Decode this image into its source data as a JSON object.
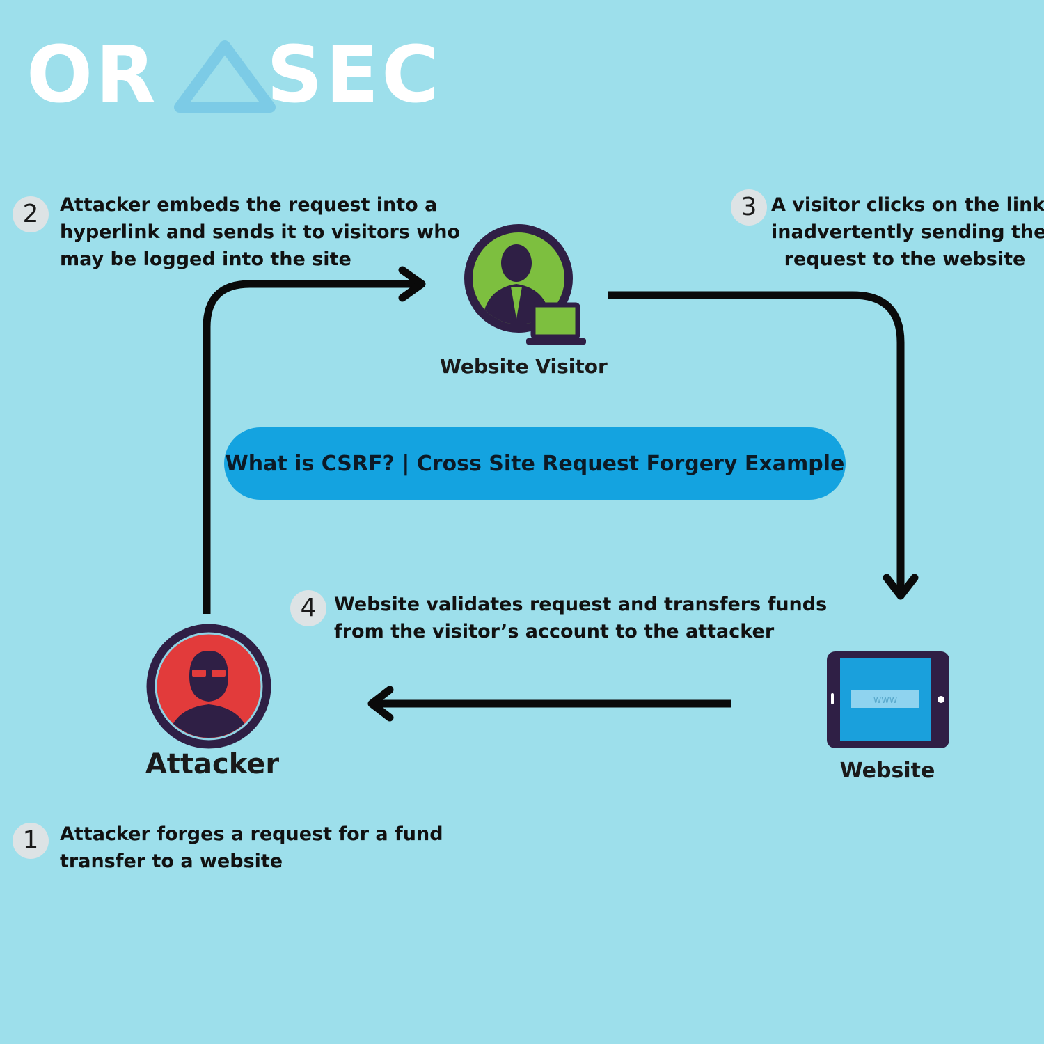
{
  "logo": {
    "text_left": "OR",
    "text_right": "SEC",
    "mark": "triangle-icon",
    "color": "#ffffff",
    "mark_color": "#7ccbe6"
  },
  "title": "What is CSRF? | Cross Site Request Forgery Example",
  "nodes": {
    "visitor": {
      "label": "Website Visitor",
      "icon": "website-visitor-icon",
      "accent": "#7dbf3f"
    },
    "attacker": {
      "label": "Attacker",
      "icon": "attacker-icon",
      "accent": "#e23b3b"
    },
    "website": {
      "label": "Website",
      "icon": "website-tablet-icon",
      "accent": "#1aa0dc",
      "screen_text": "www"
    }
  },
  "steps": [
    {
      "number": "1",
      "lines": [
        "Attacker forges a request for a fund",
        "transfer to a website"
      ]
    },
    {
      "number": "2",
      "lines": [
        "Attacker embeds the request into a",
        "hyperlink and sends it to visitors who",
        "may be logged into the site"
      ]
    },
    {
      "number": "3",
      "lines": [
        "A visitor clicks on the link,",
        "inadvertently sending the",
        "request to the website"
      ]
    },
    {
      "number": "4",
      "lines": [
        "Website validates request and transfers funds",
        "from the visitor’s account to the attacker"
      ]
    }
  ],
  "colors": {
    "background": "#9ddfeb",
    "pill": "#14a3e0",
    "arrow": "#0a0a0a",
    "ring": "#2f1f45"
  }
}
